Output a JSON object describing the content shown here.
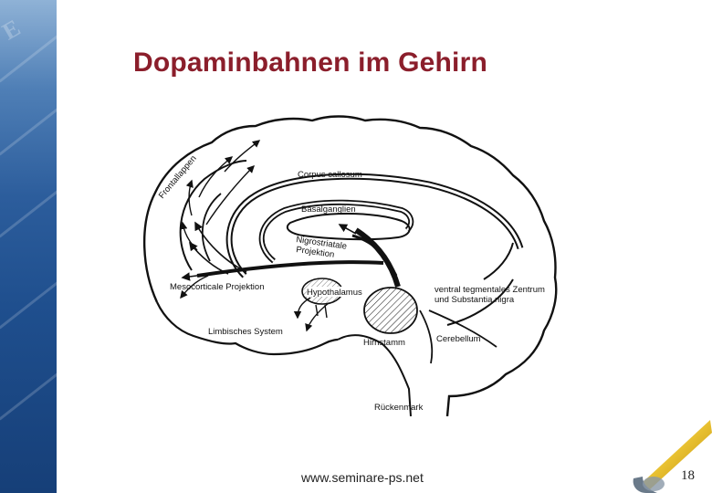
{
  "slide": {
    "title": "Dopaminbahnen im Gehirn",
    "footer_url": "www.seminare-ps.net",
    "page_number": "18"
  },
  "diagram": {
    "labels": {
      "frontallappen": "Frontallappen",
      "corpus_callosum": "Corpus callosum",
      "basalganglien": "Basalganglien",
      "nigrostriatale_line1": "Nigrostriatale",
      "nigrostriatale_line2": "Projektion",
      "mesocorticale": "Mesocorticale Projektion",
      "hypothalamus": "Hypothalamus",
      "ventral_line1": "ventral tegmentales Zentrum",
      "ventral_line2": "und Substantia nigra",
      "limbisches_system": "Limbisches System",
      "hirnstamm": "Hirnstamm",
      "cerebellum": "Cerebellum",
      "rueckenmark": "Rückenmark"
    }
  },
  "colors": {
    "title": "#8b1e2b",
    "band_top": "#8fb2d6",
    "band_bottom": "#163f78",
    "accent_gold": "#e8c030"
  }
}
